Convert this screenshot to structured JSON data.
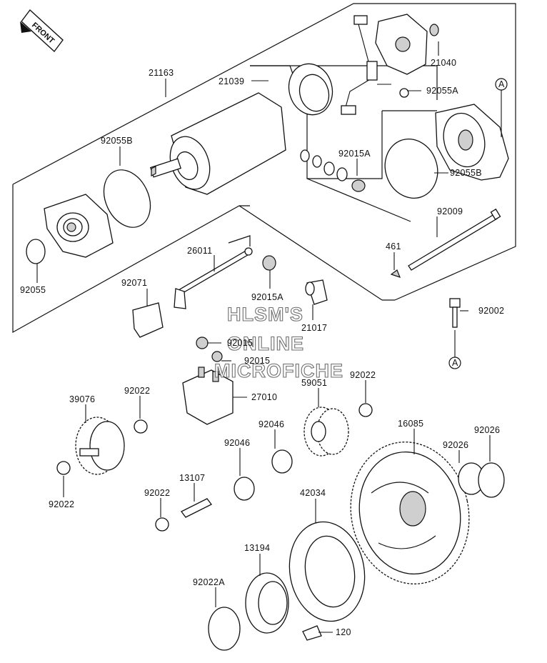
{
  "diagram": {
    "front_badge": "FRONT",
    "watermark": [
      "HLSM'S",
      "ONLINE",
      "MICROFICHE"
    ],
    "ref_marker": "A",
    "parts": [
      {
        "id": "21163",
        "label": "21163"
      },
      {
        "id": "21039",
        "label": "21039"
      },
      {
        "id": "21040",
        "label": "21040"
      },
      {
        "id": "92055A",
        "label": "92055A"
      },
      {
        "id": "92055B_left",
        "label": "92055B"
      },
      {
        "id": "92015A_top",
        "label": "92015A"
      },
      {
        "id": "92055B_right",
        "label": "92055B"
      },
      {
        "id": "92009",
        "label": "92009"
      },
      {
        "id": "461",
        "label": "461"
      },
      {
        "id": "92055",
        "label": "92055"
      },
      {
        "id": "26011",
        "label": "26011"
      },
      {
        "id": "92071",
        "label": "92071"
      },
      {
        "id": "92015A_mid",
        "label": "92015A"
      },
      {
        "id": "21017",
        "label": "21017"
      },
      {
        "id": "92002",
        "label": "92002"
      },
      {
        "id": "92015_a",
        "label": "92015"
      },
      {
        "id": "92015_b",
        "label": "92015"
      },
      {
        "id": "27010",
        "label": "27010"
      },
      {
        "id": "92022_right",
        "label": "92022"
      },
      {
        "id": "59051",
        "label": "59051"
      },
      {
        "id": "39076",
        "label": "39076"
      },
      {
        "id": "92022_left_top",
        "label": "92022"
      },
      {
        "id": "16085",
        "label": "16085"
      },
      {
        "id": "92026_a",
        "label": "92026"
      },
      {
        "id": "92026_b",
        "label": "92026"
      },
      {
        "id": "92046_a",
        "label": "92046"
      },
      {
        "id": "92046_b",
        "label": "92046"
      },
      {
        "id": "92022_left_bottom",
        "label": "92022"
      },
      {
        "id": "13107",
        "label": "13107"
      },
      {
        "id": "92022_mid",
        "label": "92022"
      },
      {
        "id": "42034",
        "label": "42034"
      },
      {
        "id": "13194",
        "label": "13194"
      },
      {
        "id": "92022A",
        "label": "92022A"
      },
      {
        "id": "120",
        "label": "120"
      }
    ]
  }
}
